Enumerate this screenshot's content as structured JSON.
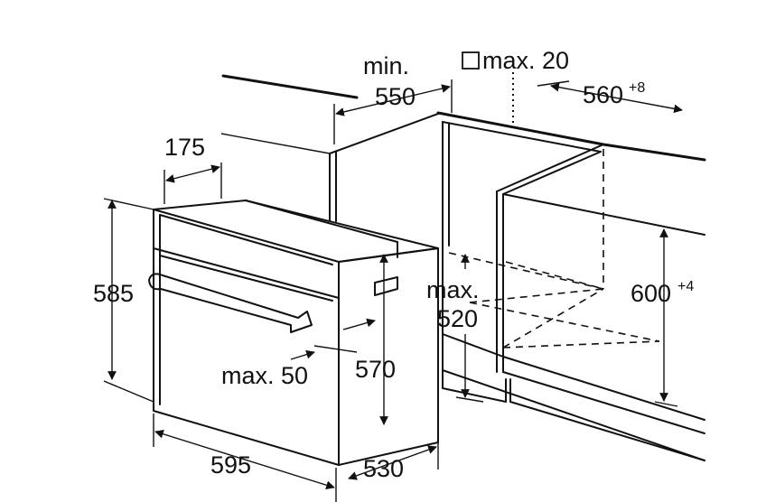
{
  "labels": {
    "min": "min.",
    "depth_550": "550",
    "max_20": "max. 20",
    "width_560": "560",
    "width_560_tol": "+8",
    "depth_175": "175",
    "height_585": "585",
    "max_label": "max.",
    "height_520": "520",
    "height_600": "600",
    "height_600_tol": "+4",
    "max_50": "max. 50",
    "height_570": "570",
    "width_595": "595",
    "depth_530": "530"
  }
}
